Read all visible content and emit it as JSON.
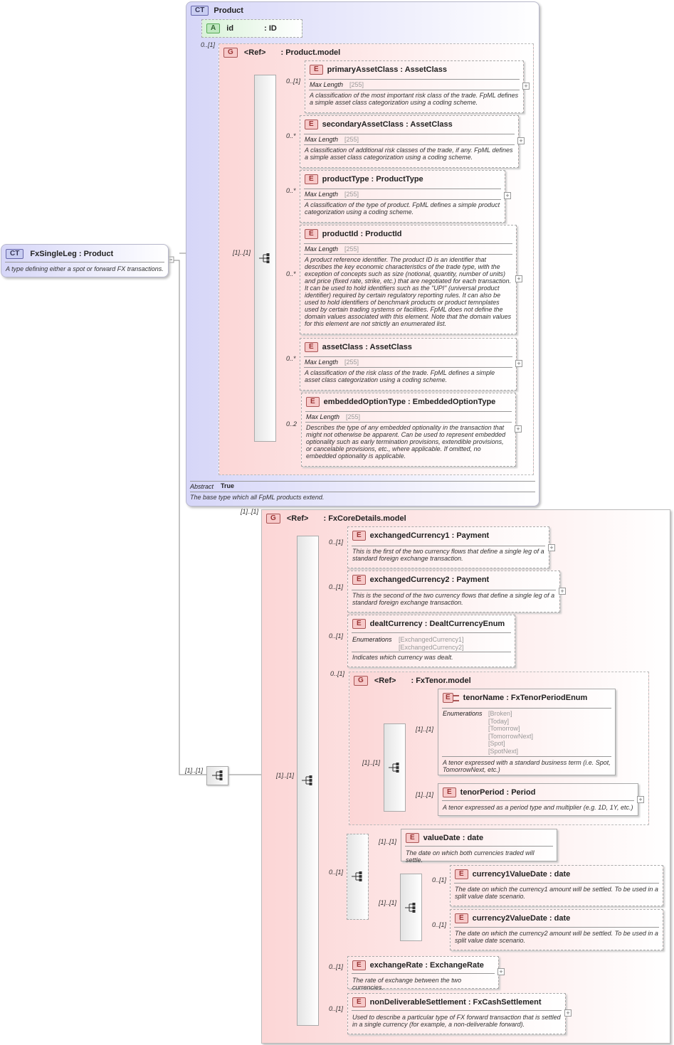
{
  "root": {
    "badge": "CT",
    "name": "FxSingleLeg",
    "type": ": Product",
    "desc": "A type defining either a spot or forward FX transactions."
  },
  "product": {
    "badge": "CT",
    "name": "Product",
    "attribute": {
      "badge": "A",
      "name": "id",
      "type": ": ID"
    },
    "abstract_label": "Abstract",
    "abstract_value": "True",
    "desc": "The base type which all FpML products extend.",
    "group": {
      "badge": "G",
      "ref": "<Ref>",
      "name": ": Product.model"
    },
    "elements": [
      {
        "badge": "E",
        "name": "primaryAssetClass",
        "type": ": AssetClass",
        "card": "0..[1]",
        "prop": "Max Length",
        "val": "[255]",
        "desc": "A classification of the most important risk class of the trade. FpML defines a simple asset class categorization using a coding scheme."
      },
      {
        "badge": "E",
        "name": "secondaryAssetClass",
        "type": ": AssetClass",
        "card": "0..*",
        "prop": "Max Length",
        "val": "[255]",
        "desc": "A classification of additional risk classes of the trade, if any. FpML defines a simple asset class categorization using a coding scheme."
      },
      {
        "badge": "E",
        "name": "productType",
        "type": ": ProductType",
        "card": "0..*",
        "prop": "Max Length",
        "val": "[255]",
        "desc": "A classification of the type of product. FpML defines a simple product categorization using a coding scheme."
      },
      {
        "badge": "E",
        "name": "productId",
        "type": ": ProductId",
        "card": "0..*",
        "prop": "Max Length",
        "val": "[255]",
        "desc": "A product reference identifier. The product ID is an identifier that describes the key economic characteristics of the trade type, with the exception of concepts such as size (notional, quantity, number of units) and price (fixed rate, strike, etc.) that are negotiated for each transaction. It can be used to hold identifiers such as the \"UPI\" (universal product identifier) required by certain regulatory reporting rules. It can also be used to hold identifiers of benchmark products or product temnplates used by certain trading systems or facilities. FpML does not define the domain values associated with this element. Note that the domain values for this element are not strictly an enumerated list."
      },
      {
        "badge": "E",
        "name": "assetClass",
        "type": ": AssetClass",
        "card": "0..*",
        "prop": "Max Length",
        "val": "[255]",
        "desc": "A classification of the risk class of the trade. FpML defines a simple asset class categorization using a coding scheme."
      },
      {
        "badge": "E",
        "name": "embeddedOptionType",
        "type": ": EmbeddedOptionType",
        "card": "0..2",
        "prop": "Max Length",
        "val": "[255]",
        "desc": "Describes the type of any embedded optionality in the transaction that might not otherwise be apparent. Can be used to represent embedded optionality such as early termination provisions, extendible provisions, or cancelable provisions, etc., where applicable. If omitted, no embedded optionality is applicable."
      }
    ]
  },
  "cards": {
    "attr_id": "0..[1]",
    "product_seq": "[1]..[1]",
    "root_seq": "[1]..[1]",
    "core_group": "[1]..[1]",
    "core_seq": "[1]..[1]",
    "tenor_group": "0..[1]",
    "tenor_seq": "[1]..[1]",
    "tenor_name": "[1]..[1]",
    "tenor_period": "[1]..[1]",
    "choice": "0..[1]",
    "value_date": "[1]..[1]",
    "split_seq": "[1]..[1]",
    "ccy1": "0..[1]",
    "ccy2": "0..[1]"
  },
  "core": {
    "badge": "G",
    "ref": "<Ref>",
    "name": ": FxCoreDetails.model",
    "elements": [
      {
        "badge": "E",
        "name": "exchangedCurrency1",
        "type": ": Payment",
        "card": "0..[1]",
        "desc": "This is the first of the two currency flows that define a single leg of a standard foreign exchange transaction."
      },
      {
        "badge": "E",
        "name": "exchangedCurrency2",
        "type": ": Payment",
        "card": "0..[1]",
        "desc": "This is the second of the two currency flows that define a single leg of a standard foreign exchange transaction."
      },
      {
        "badge": "E",
        "name": "dealtCurrency",
        "type": ": DealtCurrencyEnum",
        "card": "0..[1]",
        "prop": "Enumerations",
        "enums": [
          "[ExchangedCurrency1]",
          "[ExchangedCurrency2]"
        ],
        "desc": "Indicates which currency was dealt."
      }
    ],
    "tenor": {
      "badge": "G",
      "ref": "<Ref>",
      "name": ": FxTenor.model",
      "tenor_name": {
        "badge": "E",
        "name": "tenorName",
        "type": ": FxTenorPeriodEnum",
        "prop": "Enumerations",
        "enums": [
          "[Broken]",
          "[Today]",
          "[Tomorrow]",
          "[TomorrowNext]",
          "[Spot]",
          "[SpotNext]"
        ],
        "desc": "A tenor expressed with a standard business term (i.e. Spot, TomorrowNext, etc.)"
      },
      "tenor_period": {
        "badge": "E",
        "name": "tenorPeriod",
        "type": ": Period",
        "desc": "A tenor expressed as a period type and multiplier (e.g. 1D, 1Y, etc.)"
      }
    },
    "value_date": {
      "badge": "E",
      "name": "valueDate",
      "type": ": date",
      "desc": "The date on which both currencies traded will settle."
    },
    "ccy1_date": {
      "badge": "E",
      "name": "currency1ValueDate",
      "type": ": date",
      "desc": "The date on which the currency1 amount will be settled. To be used in a split value date scenario."
    },
    "ccy2_date": {
      "badge": "E",
      "name": "currency2ValueDate",
      "type": ": date",
      "desc": "The date on which the currency2 amount will be settled. To be used in a split value date scenario."
    },
    "exchange_rate": {
      "badge": "E",
      "name": "exchangeRate",
      "type": ": ExchangeRate",
      "card": "0..[1]",
      "desc": "The rate of exchange between the two currencies."
    },
    "nds": {
      "badge": "E",
      "name": "nonDeliverableSettlement",
      "type": ": FxCashSettlement",
      "card": "0..[1]",
      "desc": "Used to describe a particular type of FX forward transaction that is settled in a single currency (for example, a non-deliverable forward)."
    }
  },
  "colors": {
    "ct_fill": "#d6d6f8",
    "group_fill": "#fcd6d6",
    "element_badge": "#f7c9c9",
    "attr_fill": "#bfe8bf"
  }
}
